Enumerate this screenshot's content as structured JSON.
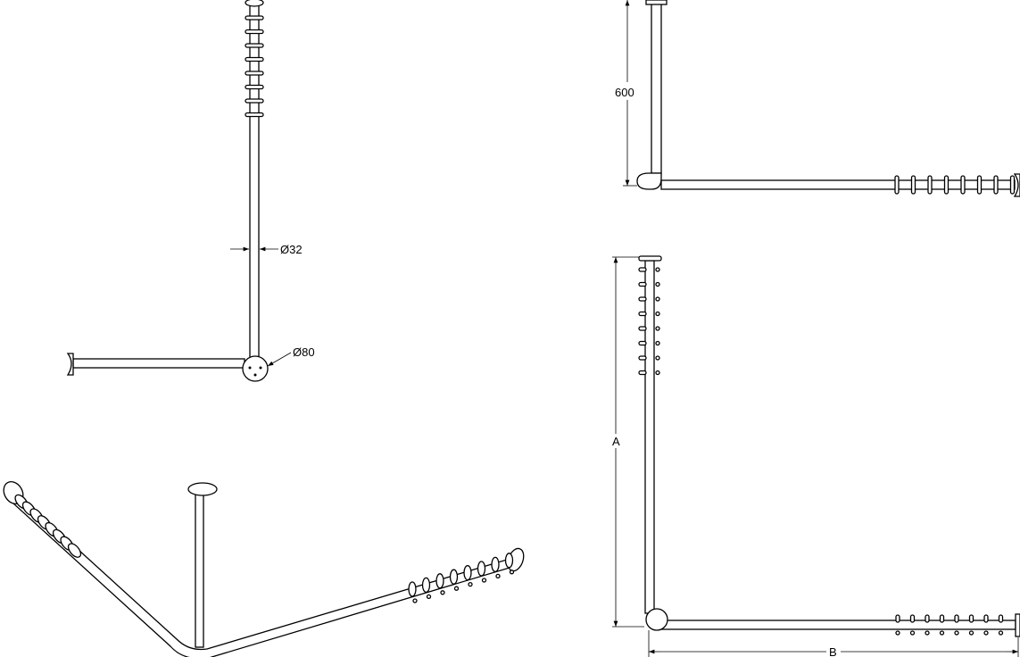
{
  "dimensions": {
    "tube_diameter": "Ø32",
    "flange_diameter": "Ø80",
    "height_fixed": "600",
    "length_a": "A",
    "length_b": "B"
  },
  "colors": {
    "line": "#000000",
    "background": "#ffffff"
  }
}
